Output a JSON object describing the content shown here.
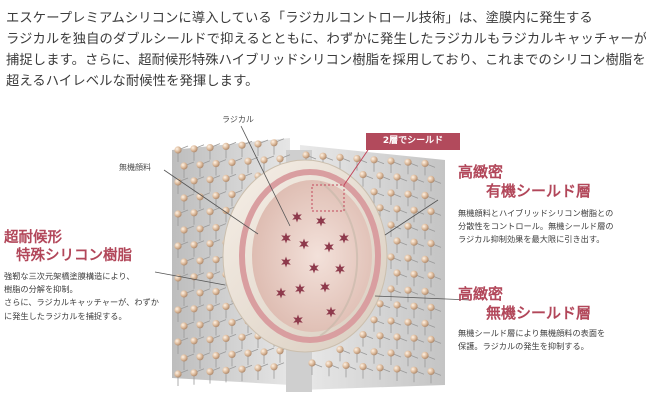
{
  "intro": {
    "lines": [
      "エスケープレミアムシリコンに導入している「ラジカルコントロール技術」は、塗膜内に発生する",
      "ラジカルを独自のダブルシールドで抑えるとともに、わずかに発生したラジカルもラジカルキャッチャーが",
      "捕捉します。さらに、超耐候形特殊ハイブリッドシリコン樹脂を採用しており、これまでのシリコン樹脂を",
      "超えるハイレベルな耐候性を発揮します。"
    ]
  },
  "diagram": {
    "label_radical": "ラジカル",
    "label_inorganic_pigment": "無機顔料",
    "callout_two_layer": "2層でシールド",
    "left": {
      "heading_1": "超耐候形",
      "heading_2": "特殊シリコン樹脂",
      "desc": [
        "強靭な三次元架橋塗膜構造により、",
        "樹脂の分解を抑制。",
        "さらに、ラジカルキャッチャーが、わずか",
        "に発生したラジカルを捕捉する。"
      ]
    },
    "right_top": {
      "heading_1": "高緻密",
      "heading_2": "有機シールド層",
      "desc": [
        "無機顔料とハイブリッドシリコン樹脂との",
        "分散性をコントロール。無機シールド層の",
        "ラジカル抑制効果を最大限に引き出す。"
      ]
    },
    "right_bottom": {
      "heading_1": "高緻密",
      "heading_2": "無機シールド層",
      "desc": [
        "無機シールド層により無機顔料の表面を",
        "保護。ラジカルの発生を抑制する。"
      ]
    },
    "colors": {
      "accent": "#b2475a",
      "sphere_inner": "#e8cfc6",
      "sphere_ring": "#d6a2a0",
      "sphere_outer": "#efe7de",
      "star": "#8e3a4c",
      "bead": "#d8b79a",
      "lattice_bg": "#d9d9d9"
    }
  }
}
